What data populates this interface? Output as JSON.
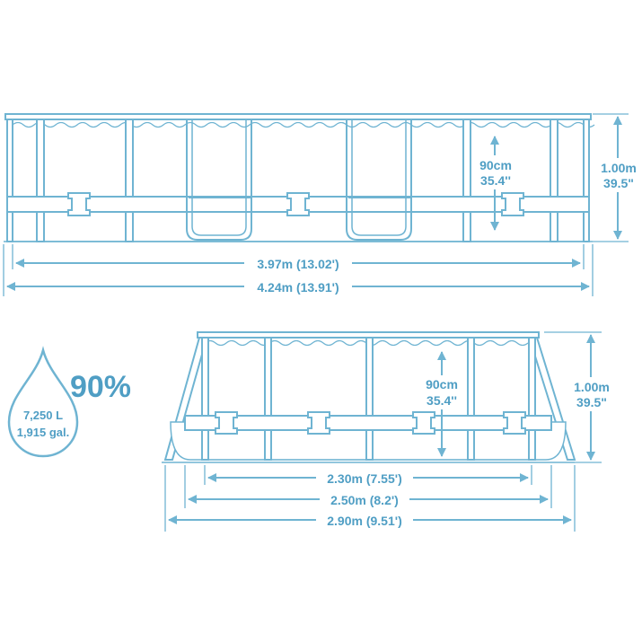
{
  "colors": {
    "line": "#6fb4d2",
    "text": "#4f9ec4",
    "fill": "#ffffff"
  },
  "long_side": {
    "inner_length": "3.97m (13.02')",
    "outer_length": "4.24m (13.91')",
    "water_depth_m": "90cm",
    "water_depth_in": "35.4''",
    "wall_height_m": "1.00m",
    "wall_height_in": "39.5\""
  },
  "short_side": {
    "inner_width": "2.30m (7.55')",
    "frame_width": "2.50m (8.2')",
    "outer_width": "2.90m (9.51')",
    "water_depth_m": "90cm",
    "water_depth_in": "35.4''",
    "wall_height_m": "1.00m",
    "wall_height_in": "39.5\""
  },
  "capacity": {
    "fill_percent": "90%",
    "liters": "7,250 L",
    "gallons": "1,915 gal."
  }
}
